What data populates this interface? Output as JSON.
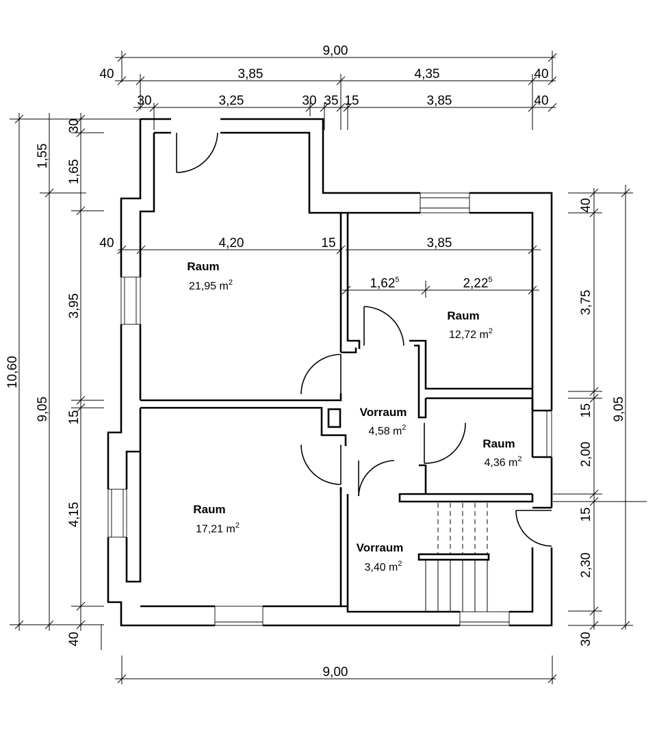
{
  "dimensions": {
    "top_overall": "9,00",
    "top_row2": [
      "40",
      "3,85",
      "4,35",
      "40"
    ],
    "top_row3": [
      "30",
      "3,25",
      "30",
      "35",
      "15",
      "3,85",
      "40"
    ],
    "interior_horizontal": [
      "40",
      "4,20",
      "15",
      "3,85"
    ],
    "interior_sub": {
      "a": "1,62",
      "a_sup": "5",
      "b": "2,22",
      "b_sup": "5"
    },
    "left_overall": "10,60",
    "left_mid": [
      "1,55",
      "9,05"
    ],
    "left_inner": [
      "30",
      "1,65",
      "3,95",
      "15",
      "4,15",
      "40"
    ],
    "right_inner": [
      "40",
      "3,75",
      "15",
      "2,00",
      "15",
      "2,30",
      "30"
    ],
    "right_overall": "9,05",
    "bottom_overall": "9,00"
  },
  "rooms": [
    {
      "name": "Raum",
      "area": "21,95 m",
      "sup": "2"
    },
    {
      "name": "Raum",
      "area": "12,72 m",
      "sup": "2"
    },
    {
      "name": "Vorraum",
      "area": "4,58 m",
      "sup": "2"
    },
    {
      "name": "Raum",
      "area": "4,36 m",
      "sup": "2"
    },
    {
      "name": "Raum",
      "area": "17,21 m",
      "sup": "2"
    },
    {
      "name": "Vorraum",
      "area": "3,40 m",
      "sup": "2"
    }
  ]
}
